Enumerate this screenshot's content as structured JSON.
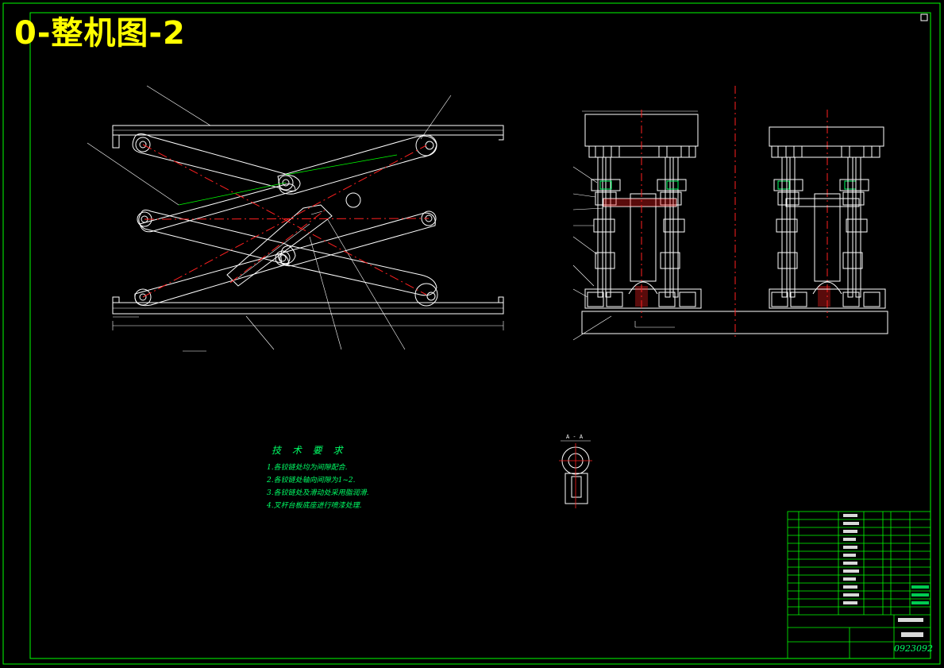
{
  "title": "0-整机图-2",
  "section_label": "A - A",
  "tech_requirements": {
    "heading": "技 术 要 求",
    "items": [
      "1.各铰链处均为间隙配合.",
      "2.各铰链处轴向间隙为1~2.",
      "3.各铰链处及滑动处采用脂润滑.",
      "4.叉杆台板底座进行喷漆处理."
    ]
  },
  "drawing_number": "0923092",
  "colors": {
    "border": "#00ff00",
    "title": "#ffff00",
    "linework": "#ffffff",
    "centerline": "#ff2020",
    "text": "#00ff66"
  }
}
